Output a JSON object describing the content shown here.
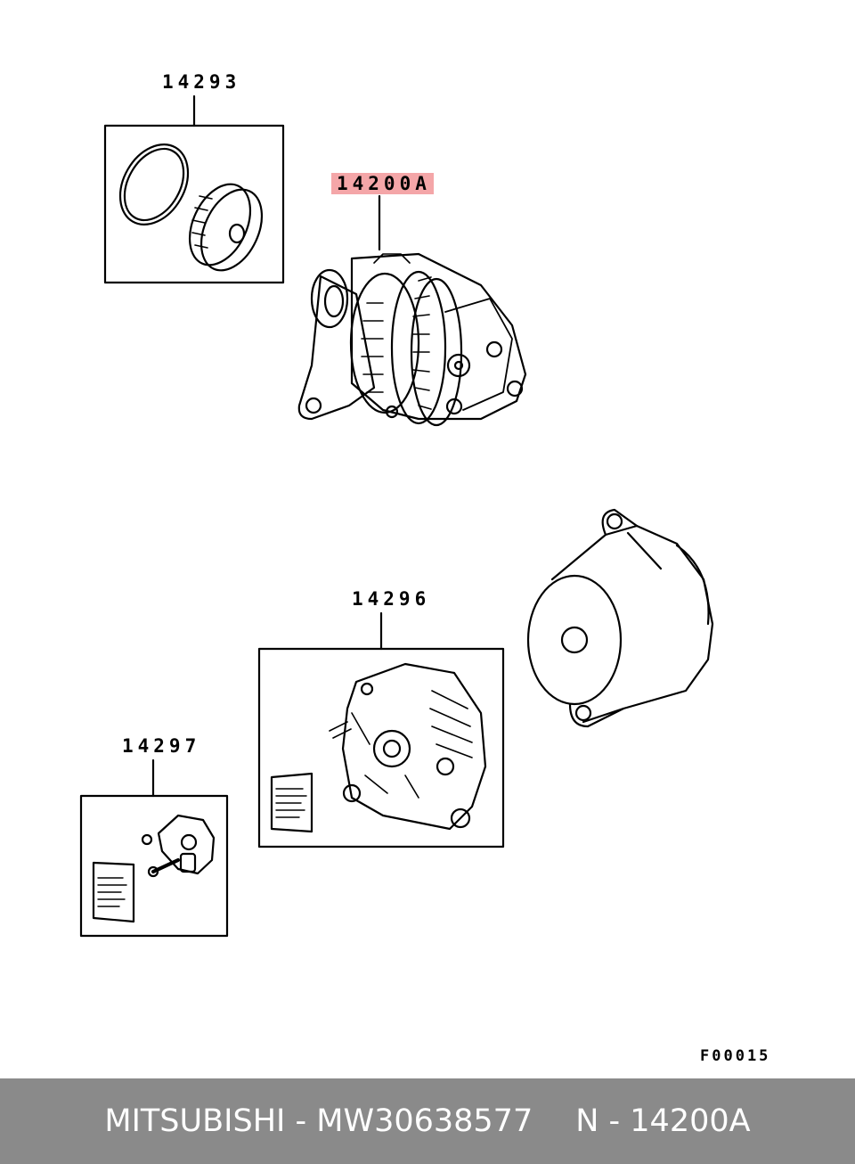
{
  "parts": {
    "pulley_kit": "14293",
    "alternator": "14200A",
    "rear_cover_kit": "14296",
    "regulator_kit": "14297"
  },
  "figure_code": "F00015",
  "footer": {
    "brand": "MITSUBISHI",
    "part_number": "MW30638577",
    "ref": "N - 14200A",
    "separator": "-"
  },
  "colors": {
    "highlight": "#f4a6a8",
    "footer_bg": "#8a8a8a"
  }
}
